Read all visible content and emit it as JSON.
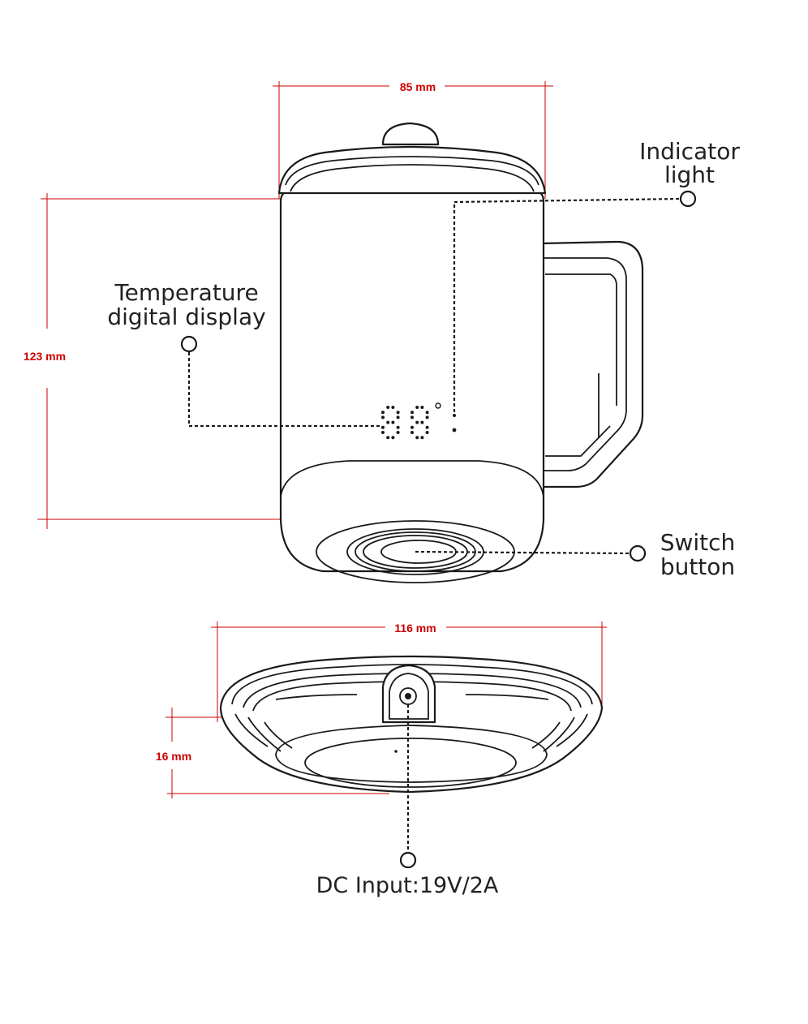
{
  "dimensions": {
    "mug_width": "85 mm",
    "mug_height": "123 mm",
    "base_width": "116 mm",
    "base_height": "16 mm"
  },
  "callouts": {
    "indicator_light": [
      "Indicator",
      "light"
    ],
    "temperature_display": [
      "Temperature",
      "digital display"
    ],
    "switch_button": [
      "Switch",
      "button"
    ],
    "dc_input": "DC Input:19V/2A"
  },
  "colors": {
    "dimension": "#cc0000",
    "line": "#1a1a1a",
    "background": "#ffffff"
  }
}
